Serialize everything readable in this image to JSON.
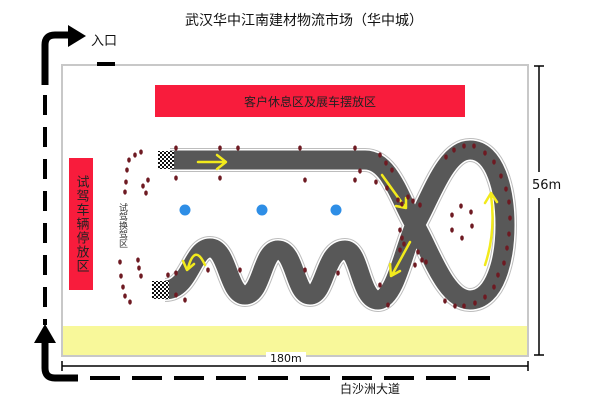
{
  "title": "武汉华中江南建材物流市场（华中城）",
  "entrance_label": "入口",
  "zones": {
    "customer_area": "客户休息区及展车摆放区",
    "test_car_parking": "试驾车辆停放区",
    "driver_swap_zone": "试驾换驾区"
  },
  "dimensions": {
    "height": "56m",
    "width": "180m"
  },
  "road_name": "白沙洲大道",
  "colors": {
    "zone_red": "#f81c3c",
    "band_yellow": "#f8f89a",
    "track": "#585858",
    "arrow": "#f2ea1c",
    "cone": "#6e1a22",
    "marker_blue": "#2e8ee6"
  }
}
